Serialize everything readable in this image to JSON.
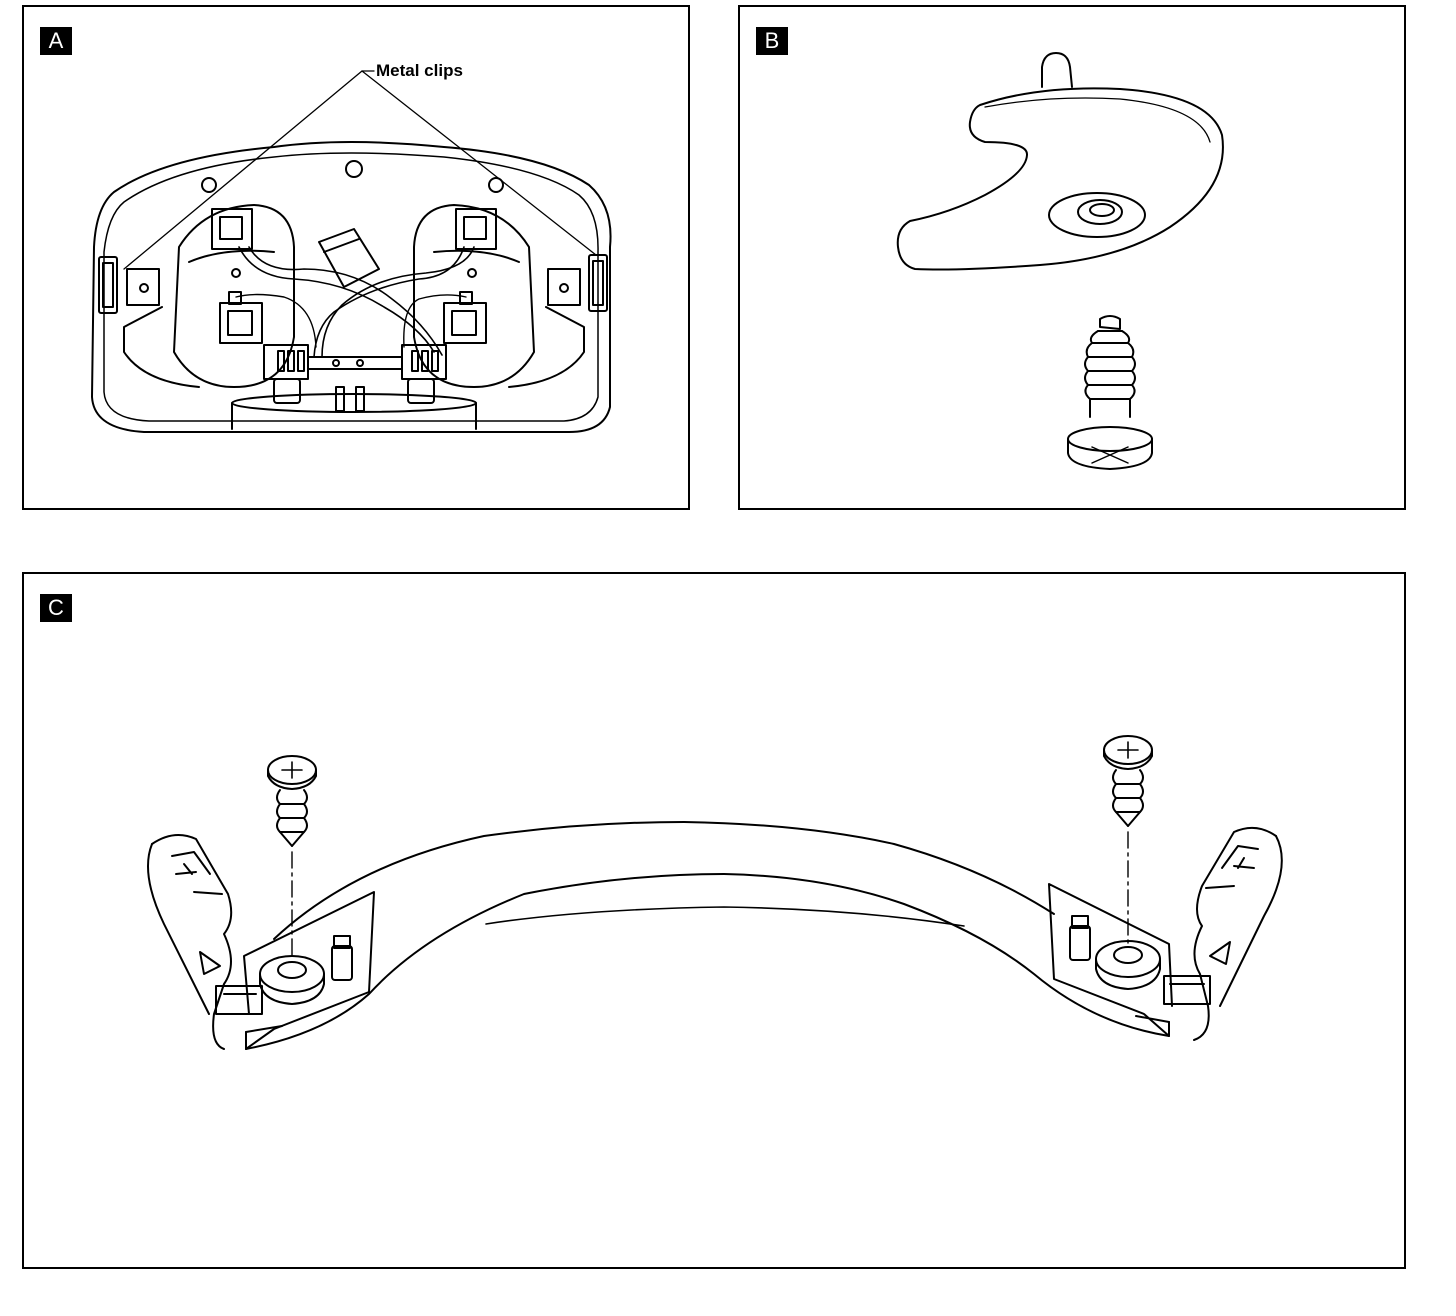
{
  "panels": {
    "a": {
      "label": "A",
      "callout": "Metal clips"
    },
    "b": {
      "label": "B"
    },
    "c": {
      "label": "C"
    }
  },
  "colors": {
    "line": "#000000",
    "background": "#ffffff"
  }
}
